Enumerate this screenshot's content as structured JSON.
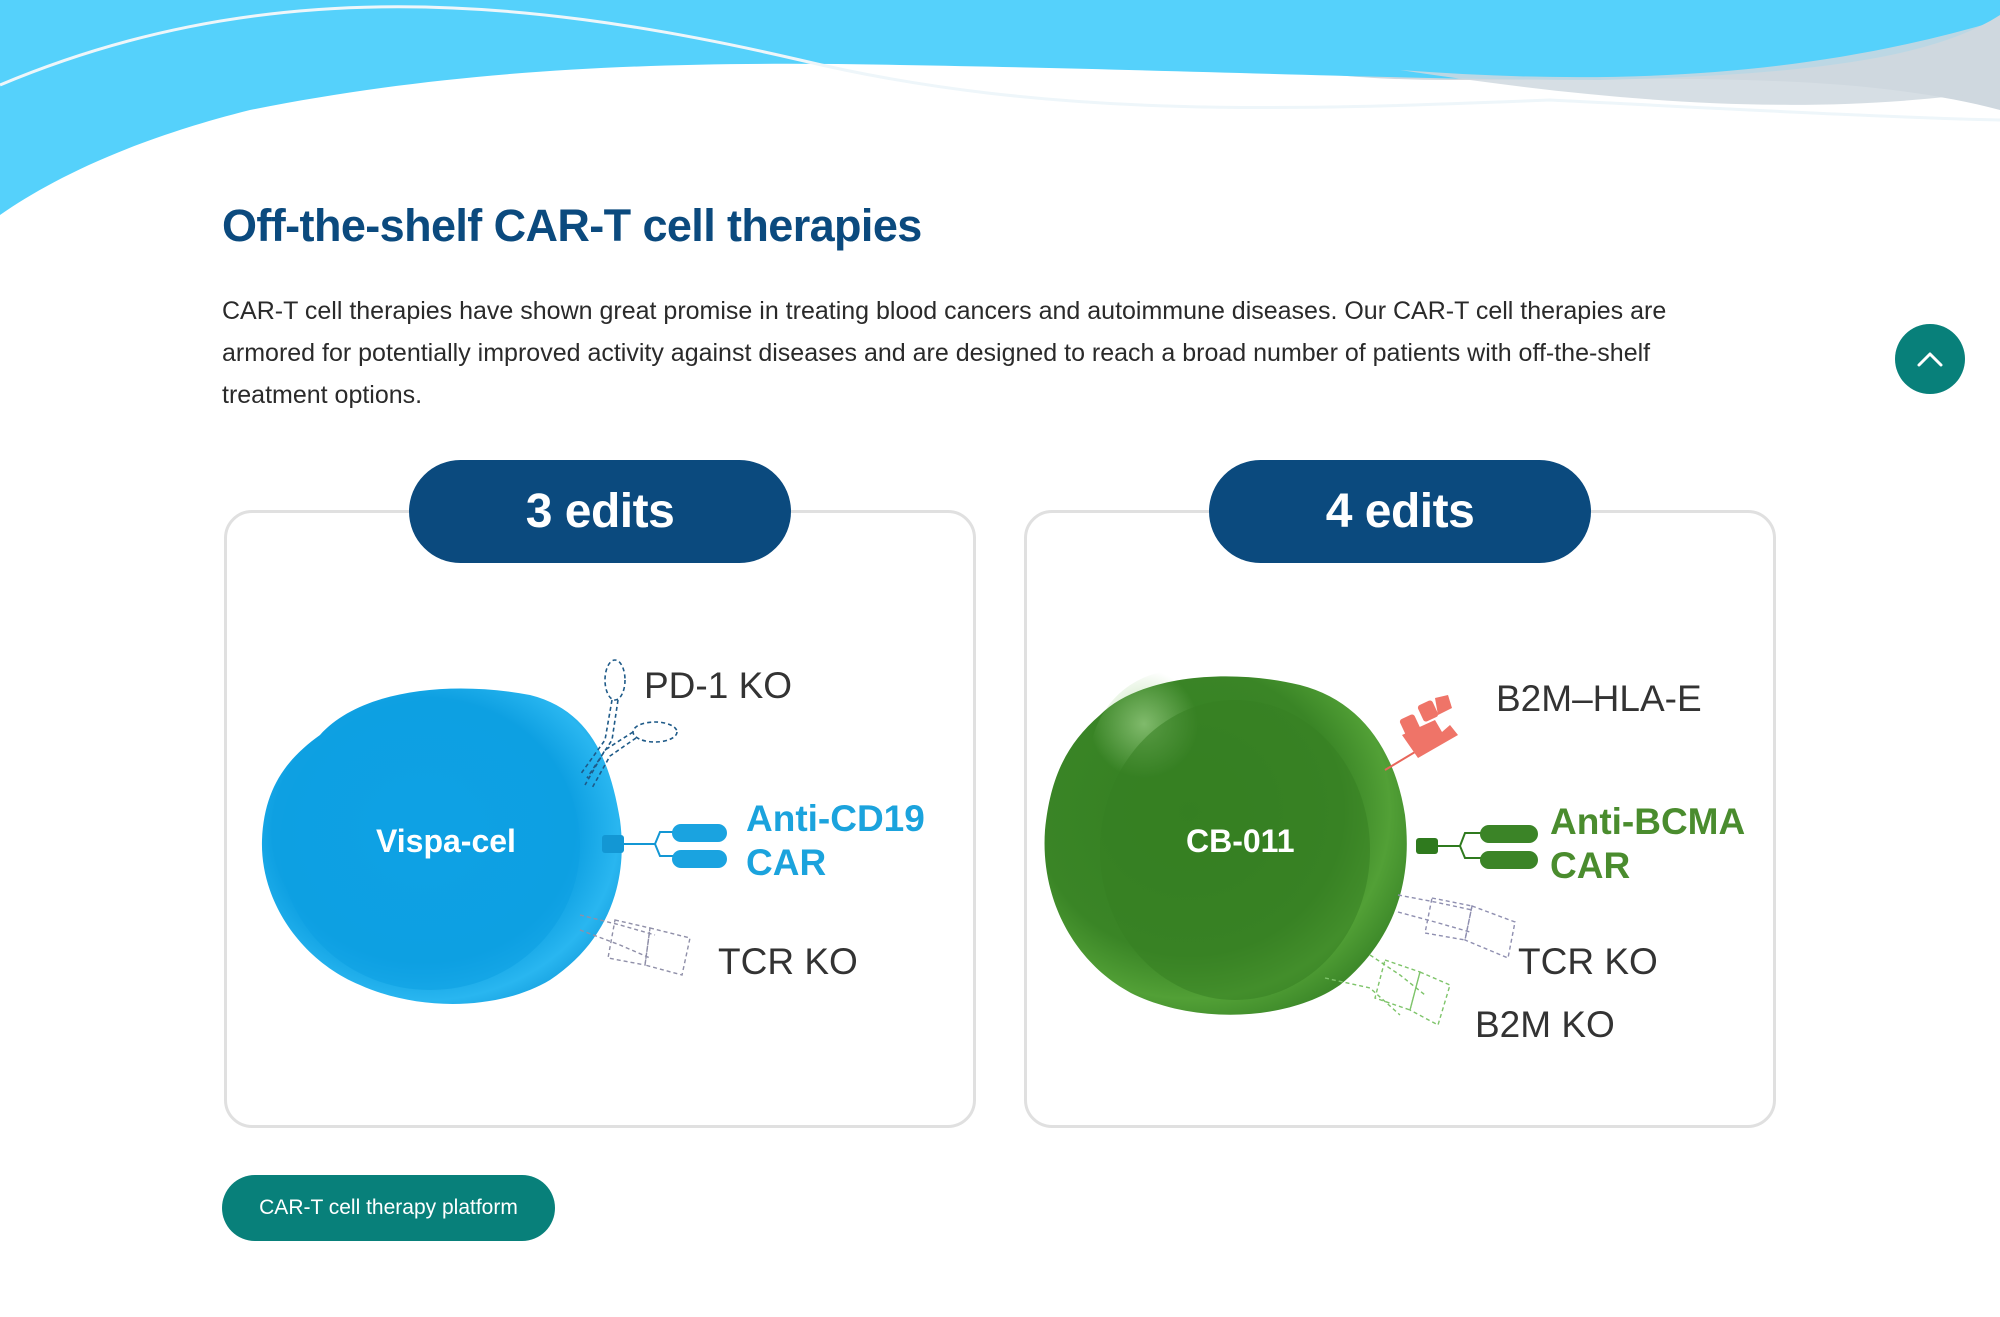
{
  "header": {
    "title": "Off-the-shelf CAR-T cell therapies",
    "intro": "CAR-T cell therapies have shown great promise in treating blood cancers and autoimmune diseases. Our CAR-T cell therapies are armored for potentially improved activity against diseases and are designed to reach a broad number of patients with off-the-shelf treatment options."
  },
  "scroll_top": {
    "icon": "chevron-up-icon",
    "color": "#08807a"
  },
  "cards": [
    {
      "edits_label": "3 edits",
      "cell_name": "Vispa-cel",
      "cell_color": "#1aa7e6",
      "car_label_line1": "Anti-CD19",
      "car_label_line2": "CAR",
      "car_color": "#1ba3dd",
      "annotations": [
        "PD-1 KO",
        "TCR KO"
      ]
    },
    {
      "edits_label": "4 edits",
      "cell_name": "CB-011",
      "cell_color": "#3f8a2a",
      "car_label_line1": "Anti-BCMA",
      "car_label_line2": "CAR",
      "car_color": "#4a8c2e",
      "annotations": [
        "B2M–HLA-E",
        "TCR KO",
        "B2M KO"
      ]
    }
  ],
  "cta": {
    "label": "CAR-T cell therapy platform",
    "color": "#08807a"
  },
  "colors": {
    "title": "#0b4a7e",
    "pill": "#0b4a7e",
    "wave_blue": "#55d1fb",
    "wave_gray": "#cfd8df"
  }
}
